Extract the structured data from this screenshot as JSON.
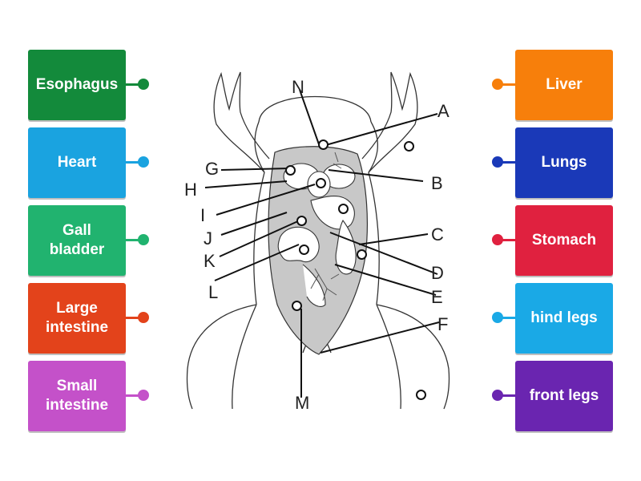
{
  "left_labels": [
    {
      "text": "Esophagus",
      "color": "#138a3b"
    },
    {
      "text": "Heart",
      "color": "#1aa3e0"
    },
    {
      "text": "Gall\nbladder",
      "color": "#21b36f"
    },
    {
      "text": "Large\nintestine",
      "color": "#e3431b"
    },
    {
      "text": "Small\nintestine",
      "color": "#c451c9"
    }
  ],
  "right_labels": [
    {
      "text": "Liver",
      "color": "#f77f0b"
    },
    {
      "text": "Lungs",
      "color": "#1a39b8"
    },
    {
      "text": "Stomach",
      "color": "#e0213f"
    },
    {
      "text": "hind legs",
      "color": "#1aa9e6"
    },
    {
      "text": "front legs",
      "color": "#6a25b0"
    }
  ],
  "diagram": {
    "letters": [
      "N",
      "A",
      "G",
      "B",
      "H",
      "I",
      "C",
      "J",
      "K",
      "D",
      "L",
      "E",
      "F",
      "M"
    ],
    "colors": {
      "body_fill": "#c8c8c8",
      "outline": "#333333"
    }
  }
}
